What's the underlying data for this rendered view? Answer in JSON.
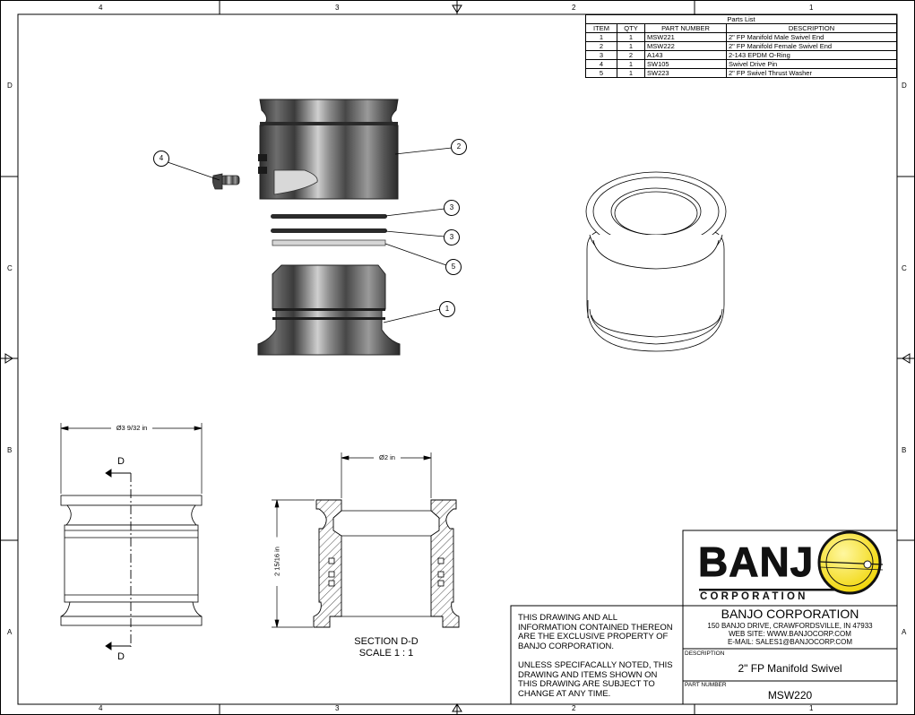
{
  "sheet": {
    "zones_top": [
      "4",
      "3",
      "2",
      "1"
    ],
    "zones_side": [
      "D",
      "C",
      "B",
      "A"
    ]
  },
  "parts_list": {
    "title": "Parts List",
    "headers": [
      "ITEM",
      "QTY",
      "PART NUMBER",
      "DESCRIPTION"
    ],
    "rows": [
      {
        "item": "1",
        "qty": "1",
        "part": "MSW221",
        "desc": "2\" FP Manifold Male Swivel End"
      },
      {
        "item": "2",
        "qty": "1",
        "part": "MSW222",
        "desc": "2\" FP Manifold Female Swivel End"
      },
      {
        "item": "3",
        "qty": "2",
        "part": "A143",
        "desc": "2-143 EPDM O-Ring"
      },
      {
        "item": "4",
        "qty": "1",
        "part": "SW105",
        "desc": "Swivel Drive Pin"
      },
      {
        "item": "5",
        "qty": "1",
        "part": "SW223",
        "desc": "2\" FP Swivel Thrust Washer"
      }
    ]
  },
  "balloons": [
    "4",
    "2",
    "3",
    "3",
    "5",
    "1"
  ],
  "dimensions": {
    "outer_diameter": "Ø3 9/32 in",
    "inner_diameter": "Ø2 in",
    "height": "2 15/16 in"
  },
  "section": {
    "cut_label_top": "D",
    "cut_label_bottom": "D",
    "title": "SECTION D-D",
    "scale": "SCALE 1 : 1"
  },
  "notes": {
    "property": "THIS DRAWING AND ALL INFORMATION CONTAINED THEREON ARE THE EXCLUSIVE PROPERTY OF BANJO CORPORATION.",
    "change": "UNLESS SPECIFACALLY NOTED, THIS DRAWING AND ITEMS SHOWN ON THIS DRAWING ARE SUBJECT TO CHANGE AT ANY TIME."
  },
  "title_block": {
    "logo_word": "BANJ",
    "logo_sub": "CORPORATION",
    "company": "BANJO CORPORATION",
    "address": "150 BANJO DRIVE, CRAWFORDSVILLE, IN 47933",
    "website": "WEB SITE: WWW.BANJOCORP.COM",
    "email": "E-MAIL: SALES1@BANJOCORP.COM",
    "description_label": "DESCRIPTION",
    "description": "2\" FP Manifold Swivel",
    "part_number_label": "PART NUMBER",
    "part_number": "MSW220"
  },
  "colors": {
    "logo_yellow": "#f5e400",
    "logo_black": "#111111",
    "metal_dark": "#3a3a3a",
    "metal_light": "#c8c8c8"
  }
}
